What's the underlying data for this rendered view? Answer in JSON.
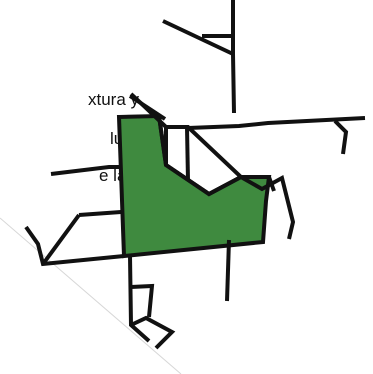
{
  "diagram": {
    "text_fragments": [
      "xtura  y",
      "lulo,",
      "e  la"
    ],
    "colors": {
      "line": "#111111",
      "fill": "#3f8a3f",
      "white_block": "#ffffff",
      "light_line": "#d7d7d7"
    }
  }
}
